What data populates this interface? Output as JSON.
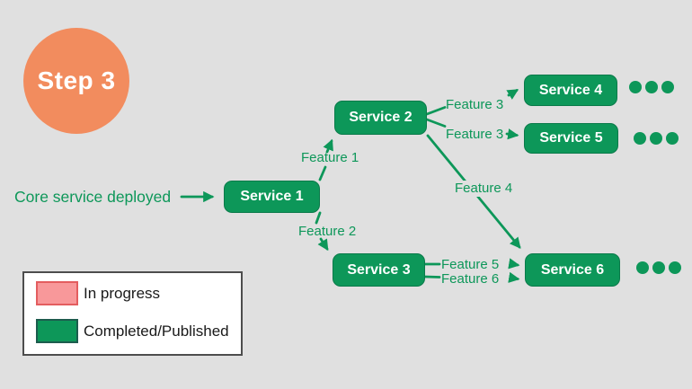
{
  "badge": {
    "label": "Step 3",
    "color": "#f28c5e"
  },
  "caption": {
    "text": "Core service deployed"
  },
  "nodes": [
    {
      "id": "service-1",
      "label": "Service 1",
      "status": "completed"
    },
    {
      "id": "service-2",
      "label": "Service 2",
      "status": "completed"
    },
    {
      "id": "service-3",
      "label": "Service 3",
      "status": "completed"
    },
    {
      "id": "service-4",
      "label": "Service 4",
      "status": "completed"
    },
    {
      "id": "service-5",
      "label": "Service 5",
      "status": "completed"
    },
    {
      "id": "service-6",
      "label": "Service 6",
      "status": "completed"
    }
  ],
  "edges": [
    {
      "label": "Feature 1",
      "from": "Service 1",
      "to": "Service 2"
    },
    {
      "label": "Feature 2",
      "from": "Service 1",
      "to": "Service 3"
    },
    {
      "label": "Feature 3",
      "from": "Service 2",
      "to": "Service 4"
    },
    {
      "label": "Feature 3",
      "from": "Service 2",
      "to": "Service 5"
    },
    {
      "label": "Feature 4",
      "from": "Service 2",
      "to": "Service 6"
    },
    {
      "label": "Feature 5",
      "from": "Service 3",
      "to": "Service 6"
    },
    {
      "label": "Feature 6",
      "from": "Service 3",
      "to": "Service 6"
    }
  ],
  "ellipsis_groups": [
    {
      "after": "Service 4",
      "dot_count": 3
    },
    {
      "after": "Service 5",
      "dot_count": 3
    },
    {
      "after": "Service 6",
      "dot_count": 3
    }
  ],
  "legend": {
    "items": [
      {
        "label": "In progress",
        "color": "#f8989a",
        "border": "#e35d5f"
      },
      {
        "label": "Completed/Published",
        "color": "#0d9759",
        "border": "#1d5c4e"
      }
    ]
  },
  "colors": {
    "green": "#0d9759",
    "orange": "#f28c5e",
    "background": "#e0e0e0"
  }
}
